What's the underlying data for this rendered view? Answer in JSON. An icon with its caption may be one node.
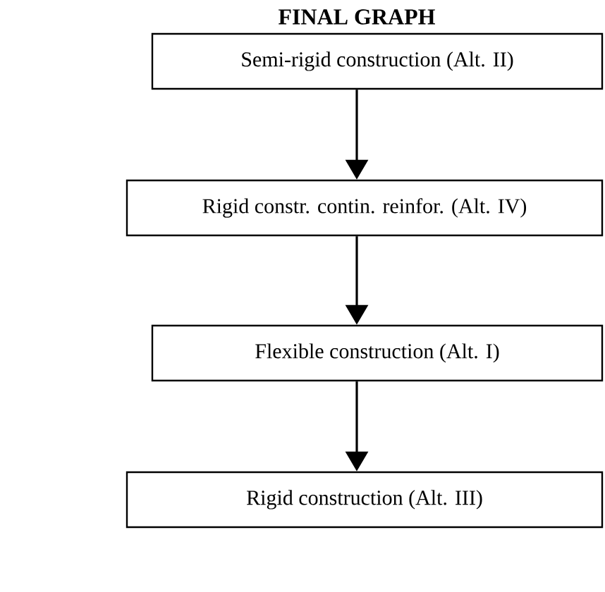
{
  "diagram": {
    "title": "FINAL GRAPH",
    "nodes": [
      {
        "text": [
          "Semi-rigid construction (Alt. II)"
        ]
      },
      {
        "text": [
          "Rigid constr. contin. reinfor. (Alt. IV)"
        ]
      },
      {
        "text": [
          "Flexible construction (Alt. I)"
        ]
      },
      {
        "text": [
          "Rigid construction (Alt. III)"
        ]
      }
    ],
    "edges": [
      {
        "from": 0,
        "to": 1,
        "arrow": "to"
      },
      {
        "from": 1,
        "to": 2,
        "arrow": "to"
      },
      {
        "from": 2,
        "to": 3,
        "arrow": "to"
      }
    ]
  }
}
